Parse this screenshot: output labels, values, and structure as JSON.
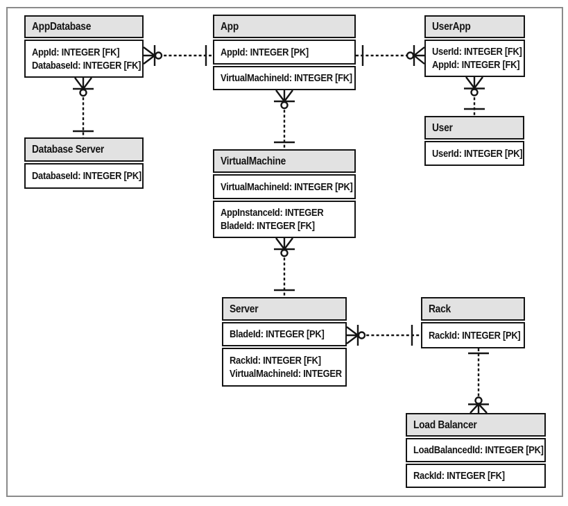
{
  "diagram": {
    "kind": "entity-relationship-diagram",
    "notation": "crows-foot",
    "line_style": "dashed",
    "colors": {
      "header_fill": "#e2e2e2",
      "box_border": "#141414",
      "line": "#141414",
      "frame_border": "#8a8a8a",
      "background": "#ffffff"
    }
  },
  "tables": [
    {
      "title": "AppDatabase",
      "rows": [
        "AppId: INTEGER [FK]",
        "DatabaseId: INTEGER [FK]"
      ]
    },
    {
      "title": "App",
      "rows": [
        "AppId: INTEGER [PK]",
        "VirtualMachineId: INTEGER [FK]"
      ]
    },
    {
      "title": "UserApp",
      "rows": [
        "UserId: INTEGER [FK]",
        "AppId: INTEGER [FK]"
      ]
    },
    {
      "title": "Database Server",
      "rows": [
        "DatabaseId: INTEGER [PK]"
      ]
    },
    {
      "title": "User",
      "rows": [
        "UserId: INTEGER [PK]"
      ]
    },
    {
      "title": "VirtualMachine",
      "rows": [
        "VirtualMachineId: INTEGER [PK]",
        "AppInstanceId: INTEGER",
        "BladeId: INTEGER [FK]"
      ]
    },
    {
      "title": "Server",
      "rows": [
        "BladeId: INTEGER [PK]",
        "RackId: INTEGER [FK]",
        "VirtualMachineId: INTEGER"
      ]
    },
    {
      "title": "Rack",
      "rows": [
        "RackId: INTEGER [PK]"
      ]
    },
    {
      "title": "Load Balancer",
      "rows": [
        "LoadBalancedId: INTEGER [PK]",
        "RackId: INTEGER [FK]"
      ]
    }
  ],
  "relationships": [
    {
      "one_side": "App",
      "many_side": "AppDatabase",
      "many_cardinality": "zero-or-many"
    },
    {
      "one_side": "App",
      "many_side": "UserApp",
      "many_cardinality": "zero-or-many"
    },
    {
      "one_side": "Database Server",
      "many_side": "AppDatabase",
      "many_cardinality": "zero-or-many"
    },
    {
      "one_side": "User",
      "many_side": "UserApp",
      "many_cardinality": "zero-or-many"
    },
    {
      "one_side": "VirtualMachine",
      "many_side": "App",
      "many_cardinality": "zero-or-many"
    },
    {
      "one_side": "Server",
      "many_side": "VirtualMachine",
      "many_cardinality": "zero-or-many"
    },
    {
      "one_side": "Rack",
      "many_side": "Server",
      "many_cardinality": "zero-or-many"
    },
    {
      "one_side": "Rack",
      "many_side": "Load Balancer",
      "many_cardinality": "zero-or-many"
    }
  ]
}
